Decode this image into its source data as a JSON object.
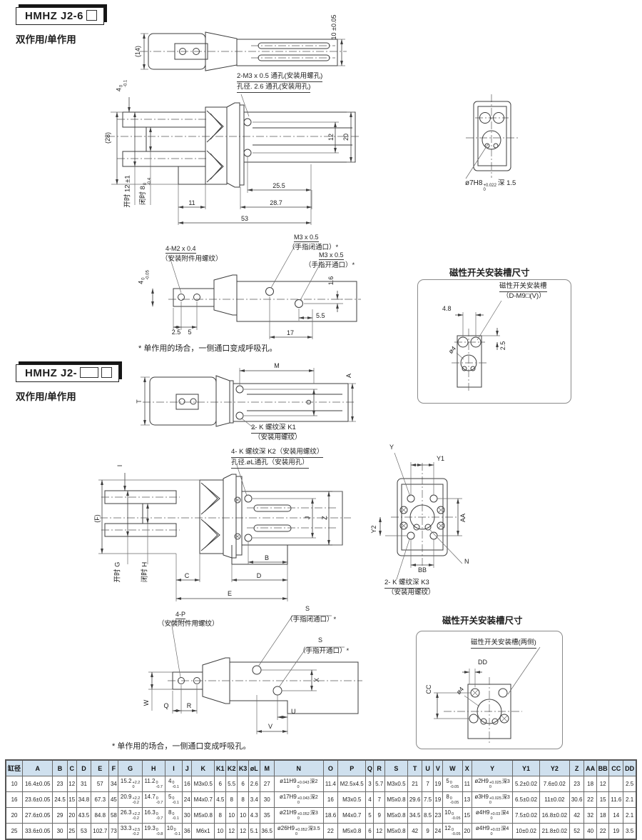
{
  "colors": {
    "header_bg": "#cfe0ee",
    "line": "#3c3c3c",
    "badge_shadow": "#161616"
  },
  "s1": {
    "badge": "HMHZ J2-6",
    "subtitle": "双作用/单作用",
    "top": {
      "d14": "(14)",
      "d10": "10 ±0.05"
    },
    "note1": "2-M3 x 0.5 通孔(安装用螺孔)",
    "note2": "孔径. 2.6 通孔(安装用孔)",
    "front": {
      "d4": {
        "v": "4",
        "sup": "0",
        "sub": "-0.1"
      },
      "d28": "(28)",
      "open": "开时 12 ±1",
      "close": {
        "v": "闭时 8",
        "sup": "0",
        "sub": "-0.4"
      },
      "d11": "11",
      "d255": "25.5",
      "d287": "28.7",
      "d53": "53",
      "d12": "12",
      "d20": "20"
    },
    "end": {
      "hole": {
        "v": "ø7H8",
        "sup": "+0.022",
        "sub": "0",
        "suffix": "深 1.5"
      }
    },
    "bottom": {
      "t1": "4-M2 x 0.4",
      "t1b": "（安装附件用螺纹）",
      "t2": "M3 x 0.5",
      "t2b": "（手指闭通口）*",
      "t3": "M3 x 0.5",
      "t3b": "（手指开通口）*",
      "d4": {
        "v": "4",
        "sup": "0",
        "sub": "-0.05"
      },
      "d16": "1.6",
      "d55": "5.5",
      "d25": "2.5",
      "d5": "5",
      "d17": "17"
    },
    "footnote": "* 单作用的场合，一侧通口变成呼吸孔。",
    "box": {
      "title": "磁性开关安装槽尺寸",
      "n1": "磁性开关安装槽",
      "n2": "（D-M9□(V)）",
      "d48": "4.8",
      "d25": "2.5",
      "dphi": "ø4"
    }
  },
  "s2": {
    "badge": "HMHZ J2-",
    "subtitle": "双作用/单作用",
    "top": {
      "M": "M",
      "A": "A",
      "T": "T",
      "O": "O",
      "k1": "2- K 螺纹深 K1",
      "k1b": "（安装用螺纹）"
    },
    "front": {
      "k2": "4- K 螺纹深 K2（安装用螺纹）",
      "k2b": "孔径.øL通孔（安装用孔）",
      "I": "I",
      "F": "(F)",
      "J": "J",
      "Z": "Z",
      "B": "B",
      "C": "C",
      "D": "D",
      "E": "E",
      "G": "开时 G",
      "H": "闭时 H"
    },
    "side": {
      "Y": "Y",
      "Y1": "Y1",
      "Y2": "Y2",
      "AA": "AA",
      "BB": "BB",
      "N": "N",
      "k3": "2- K 螺纹深 K3",
      "k3b": "（安装用螺纹）"
    },
    "bottom": {
      "p": "4-P",
      "pb": "（安装附件用螺纹）",
      "s1": "S",
      "s1b": "（手指闭通口）*",
      "s2": "S",
      "s2b": "（手指开通口）*",
      "W": "W",
      "Q": "Q",
      "R": "R",
      "X": "X",
      "U": "U",
      "V": "V"
    },
    "footnote": "* 单作用的场合，一侧通口变成呼吸孔。",
    "box": {
      "title": "磁性开关安装槽尺寸",
      "n1": "磁性开关安装槽(两侧)",
      "DD": "DD",
      "CC": "CC",
      "dphi": "ø4"
    }
  },
  "table": {
    "bore_header": "缸径",
    "headers": [
      "A",
      "B",
      "C",
      "D",
      "E",
      "F",
      "G",
      "H",
      "I",
      "J",
      "K",
      "K1",
      "K2",
      "K3",
      "øL",
      "M",
      "N",
      "O",
      "P",
      "Q",
      "R",
      "S",
      "T",
      "U",
      "V",
      "W",
      "X",
      "Y",
      "Y1",
      "Y2",
      "Z",
      "AA",
      "BB",
      "CC",
      "DD"
    ],
    "rows": [
      {
        "bore": "10",
        "cells": [
          "16.4±0.05",
          "23",
          "12",
          "31",
          "57",
          "34",
          {
            "v": "15.2",
            "sup": "+2.2",
            "sub": "0"
          },
          {
            "v": "11.2",
            "sup": "0",
            "sub": "-0.7"
          },
          {
            "v": "4",
            "sup": "0",
            "sub": "-0.1"
          },
          "16",
          "M3x0.5",
          "6",
          "5.5",
          "6",
          "2.6",
          "27",
          {
            "v": "ø11H9",
            "sup": "+0.043",
            "sub": "0",
            "suffix": "深2"
          },
          "11.4",
          "M2.5x4.5",
          "3",
          "5.7",
          "M3x0.5",
          "21",
          "7",
          "19",
          {
            "v": "5",
            "sup": "0",
            "sub": "-0.05"
          },
          "11",
          {
            "v": "ø2H9",
            "sup": "+0.025",
            "sub": "0",
            "suffix": "深3"
          },
          "5.2±0.02",
          "7.6±0.02",
          "23",
          "18",
          "12",
          "",
          "2.5"
        ]
      },
      {
        "bore": "16",
        "cells": [
          "23.6±0.05",
          "24.5",
          "15",
          "34.8",
          "67.3",
          "45",
          {
            "v": "20.9",
            "sup": "+2.2",
            "sub": "-0.2"
          },
          {
            "v": "14.7",
            "sup": "0",
            "sub": "-0.7"
          },
          {
            "v": "5",
            "sup": "0",
            "sub": "-0.1"
          },
          "24",
          "M4x0.7",
          "4.5",
          "8",
          "8",
          "3.4",
          "30",
          {
            "v": "ø17H9",
            "sup": "+0.043",
            "sub": "0",
            "suffix": "深2"
          },
          "16",
          "M3x0.5",
          "4",
          "7",
          "M5x0.8",
          "29.6",
          "7.5",
          "19",
          {
            "v": "8",
            "sup": "0",
            "sub": "-0.05"
          },
          "13",
          {
            "v": "ø3H9",
            "sup": "+0.025",
            "sub": "0",
            "suffix": "深3"
          },
          "6.5±0.02",
          "11±0.02",
          "30.6",
          "22",
          "15",
          "11.6",
          "2.1"
        ]
      },
      {
        "bore": "20",
        "cells": [
          "27.6±0.05",
          "29",
          "20",
          "43.5",
          "84.8",
          "58",
          {
            "v": "26.3",
            "sup": "+2.2",
            "sub": "-0.2"
          },
          {
            "v": "16.3",
            "sup": "0",
            "sub": "-0.7"
          },
          {
            "v": "8",
            "sup": "0",
            "sub": "-0.1"
          },
          "30",
          "M5x0.8",
          "8",
          "10",
          "10",
          "4.3",
          "35",
          {
            "v": "ø21H9",
            "sup": "+0.052",
            "sub": "0",
            "suffix": "深3"
          },
          "18.6",
          "M4x0.7",
          "5",
          "9",
          "M5x0.8",
          "34.5",
          "8.5",
          "23",
          {
            "v": "10",
            "sup": "0",
            "sub": "-0.05"
          },
          "15",
          {
            "v": "ø4H9",
            "sup": "+0.03",
            "sub": "0",
            "suffix": "深4"
          },
          "7.5±0.02",
          "16.8±0.02",
          "42",
          "32",
          "18",
          "14",
          "2.1"
        ]
      },
      {
        "bore": "25",
        "cells": [
          "33.6±0.05",
          "30",
          "25",
          "53",
          "102.7",
          "73",
          {
            "v": "33.3",
            "sup": "+2.5",
            "sub": "-0.2"
          },
          {
            "v": "19.3",
            "sup": "0",
            "sub": "-0.8"
          },
          {
            "v": "10",
            "sup": "0",
            "sub": "-0.1"
          },
          "36",
          "M6x1",
          "10",
          "12",
          "12",
          "5.1",
          "36.5",
          {
            "v": "ø26H9",
            "sup": "+0.052",
            "sub": "0",
            "suffix": "深3.5"
          },
          "22",
          "M5x0.8",
          "6",
          "12",
          "M5x0.8",
          "42",
          "9",
          "24",
          {
            "v": "12",
            "sup": "0",
            "sub": "-0.05"
          },
          "20",
          {
            "v": "ø4H9",
            "sup": "+0.03",
            "sub": "0",
            "suffix": "深4"
          },
          "10±0.02",
          "21.8±0.02",
          "52",
          "40",
          "22",
          "19",
          "3.5"
        ]
      }
    ]
  }
}
